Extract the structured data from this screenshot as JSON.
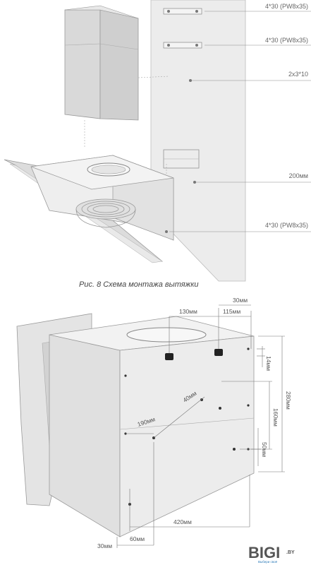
{
  "figure": {
    "caption": "Рис. 8 Схема монтажа вытяжки"
  },
  "top_callouts": [
    {
      "id": "screw-top-1",
      "text": "4*30 (PW8x35)"
    },
    {
      "id": "screw-top-2",
      "text": "4*30 (PW8x35)"
    },
    {
      "id": "screw-small",
      "text": "2x3*10"
    },
    {
      "id": "height-200",
      "text": "200мм"
    },
    {
      "id": "screw-bottom",
      "text": "4*30 (PW8x35)"
    }
  ],
  "dimensions": {
    "d130": "130мм",
    "d115": "115мм",
    "d30_top": "30мм",
    "d14": "14мм",
    "d280": "280мм",
    "d160": "160мм",
    "d50": "50мм",
    "d40": "40мм",
    "d190": "190мм",
    "d420": "420мм",
    "d60": "60мм",
    "d30_bottom": "30мм"
  },
  "logo": {
    "text": "BIGI",
    "suffix": ".BY",
    "tagline": "Выбери своё",
    "colors": {
      "text": "#2b7ab8",
      "accent": "#4aa3df"
    }
  },
  "colors": {
    "line": "#8a8a8a",
    "wall": "#ececec",
    "panel": "#e6e6e6",
    "panel_dark": "#cfcfcf"
  }
}
